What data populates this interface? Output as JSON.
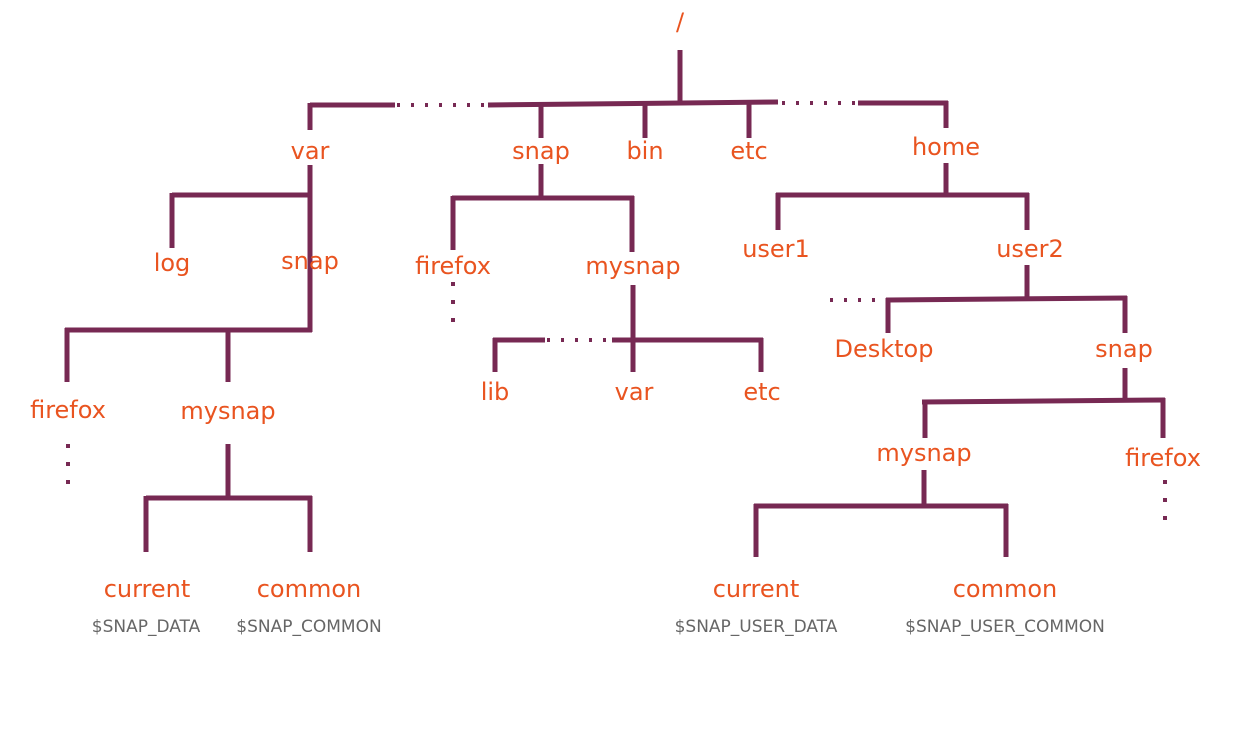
{
  "colors": {
    "line": "#772953",
    "label": "#e95420",
    "envvar": "#666666"
  },
  "tree": {
    "root": "/",
    "var": "var",
    "snap": "snap",
    "bin": "bin",
    "etc": "etc",
    "home": "home",
    "var_log": "log",
    "var_snap": "snap",
    "snap_firefox": "firefox",
    "snap_mysnap": "mysnap",
    "user1": "user1",
    "user2": "user2",
    "var_snap_firefox": "firefox",
    "var_snap_mysnap": "mysnap",
    "mysnap_lib": "lib",
    "mysnap_var": "var",
    "mysnap_etc": "etc",
    "desktop": "Desktop",
    "user2_snap": "snap",
    "data_current": "current",
    "data_common": "common",
    "user_mysnap": "mysnap",
    "user_firefox": "firefox",
    "user_current": "current",
    "user_common": "common"
  },
  "env_vars": {
    "snap_data": "$SNAP_DATA",
    "snap_common": "$SNAP_COMMON",
    "snap_user_data": "$SNAP_USER_DATA",
    "snap_user_common": "$SNAP_USER_COMMON"
  }
}
